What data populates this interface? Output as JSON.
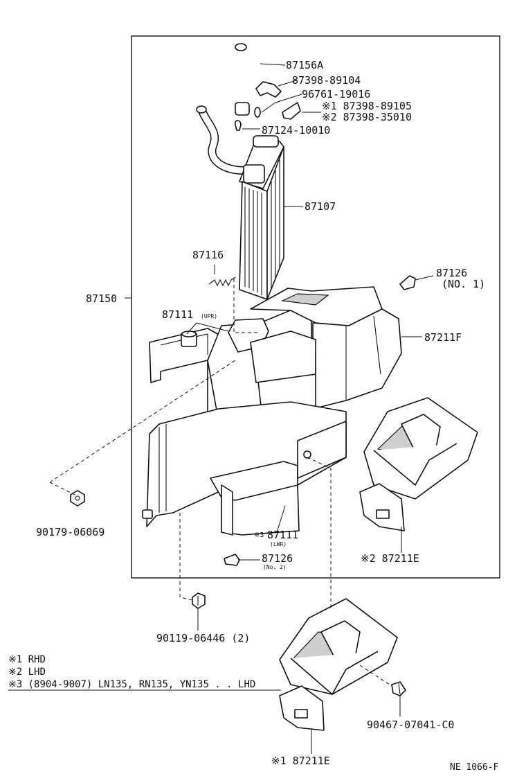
{
  "labels": {
    "p87156A": "87156A",
    "p87398_89104": "87398-89104",
    "p96761_19016": "96761-19016",
    "p1_87398_89105": "※1 87398-89105",
    "p2_87398_35010": "※2 87398-35010",
    "p87124_10010": "87124-10010",
    "p87107": "87107",
    "p87116": "87116",
    "p87126_no1": "87126",
    "p87126_no1_sub": "(NO. 1)",
    "p87150": "87150",
    "p87111_upr": "87111",
    "p87111_upr_sub": "(UPR)",
    "p87211F": "87211F",
    "p90179": "90179-06069",
    "p87111_lwr": "87111",
    "p87111_lwr_mark": "※3",
    "p87111_lwr_sub": "(LWR)",
    "p87126_no2": "87126",
    "p87126_no2_sub": "(No. 2)",
    "p2_87211E": "※2 87211E",
    "p90119": "90119-06446 (2)",
    "p90467": "90467-07041-C0",
    "p1_87211E": "※1 87211E"
  },
  "legend": {
    "note1": "※1 RHD",
    "note2": "※2 LHD",
    "note3": "※3 (8904-9007) LN135, RN135, YN135 . . LHD"
  },
  "reference": "NE 1066-F"
}
